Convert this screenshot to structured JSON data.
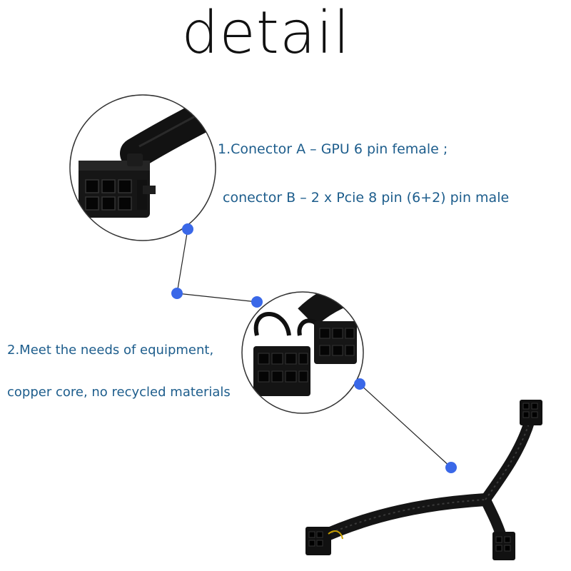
{
  "title": "detail",
  "annotations": [
    {
      "text": "1.Conector A – GPU 6 pin female ;"
    },
    {
      "text": "conector B – 2 x Pcie 8 pin (6+2) pin male"
    },
    {
      "text": "2.Meet the needs of equipment,"
    },
    {
      "text": "copper core, no recycled materials"
    }
  ],
  "colors": {
    "text_blue": "#1d5d8c",
    "marker_blue": "#3a68e8",
    "cable_black": "#151515"
  }
}
